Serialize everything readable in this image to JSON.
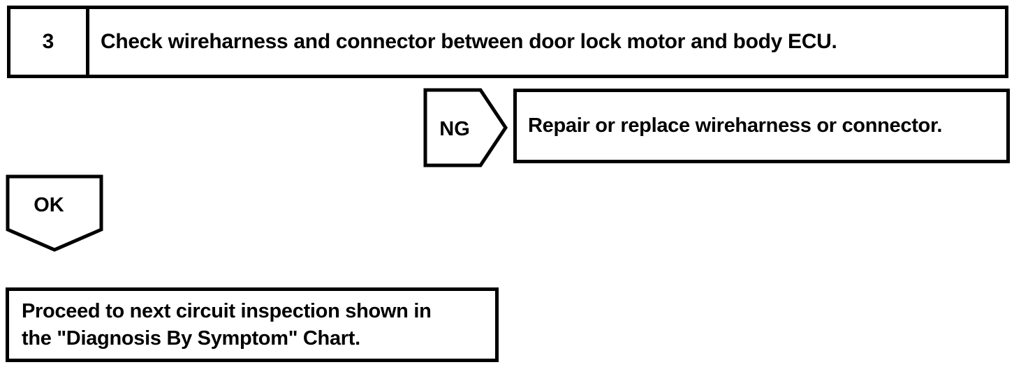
{
  "colors": {
    "ink": "#000000",
    "paper": "#ffffff"
  },
  "flowchart": {
    "step": {
      "number": "3",
      "instruction": "Check wireharness and connector between door lock motor and body ECU."
    },
    "ng_branch": {
      "label": "NG",
      "action": "Repair or replace wireharness or connector."
    },
    "ok_branch": {
      "label": "OK",
      "result_line1": "Proceed to next circuit inspection shown in",
      "result_line2": "the \"Diagnosis By Symptom\" Chart."
    }
  }
}
